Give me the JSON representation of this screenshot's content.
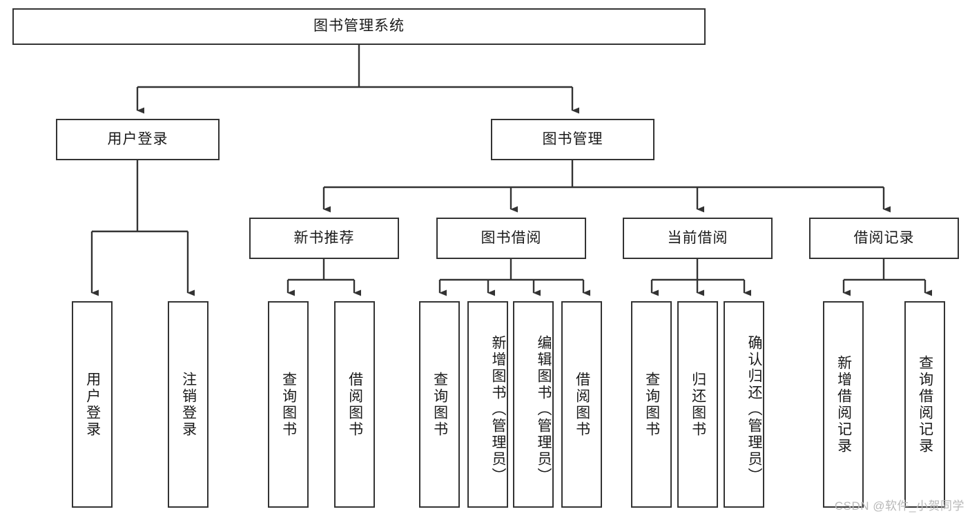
{
  "diagram": {
    "title": "图书管理系统",
    "type": "hierarchy-tree",
    "colors": {
      "stroke": "#333333",
      "fill": "#ffffff",
      "text": "#1a1a1a",
      "watermark": "#b8b8b8"
    },
    "nodes": {
      "root": {
        "label": "图书管理系统"
      },
      "level2": [
        {
          "label": "用户登录"
        },
        {
          "label": "图书管理"
        }
      ],
      "level3": [
        {
          "label": "新书推荐"
        },
        {
          "label": "图书借阅"
        },
        {
          "label": "当前借阅"
        },
        {
          "label": "借阅记录"
        }
      ],
      "login_children": [
        {
          "label": "用户登录"
        },
        {
          "label": "注销登录"
        }
      ],
      "recommend_children": [
        {
          "label": "查询图书"
        },
        {
          "label": "借阅图书"
        }
      ],
      "borrow_children": [
        {
          "label": "查询图书"
        },
        {
          "label": "新增图书（管理员）"
        },
        {
          "label": "编辑图书（管理员）"
        },
        {
          "label": "借阅图书"
        }
      ],
      "current_children": [
        {
          "label": "查询图书"
        },
        {
          "label": "归还图书"
        },
        {
          "label": "确认归还（管理员）"
        }
      ],
      "record_children": [
        {
          "label": "新增借阅记录"
        },
        {
          "label": "查询借阅记录"
        }
      ]
    }
  },
  "watermark": {
    "text": "CSDN @软件_小贺同学"
  }
}
